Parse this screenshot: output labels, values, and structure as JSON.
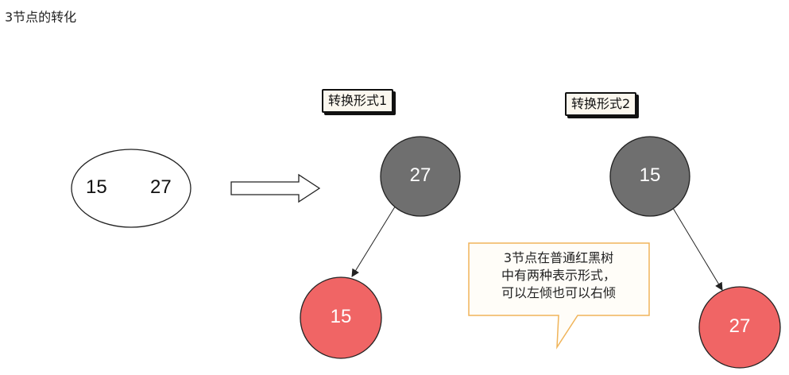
{
  "title": "3节点的转化",
  "source_node": {
    "left_key": "15",
    "right_key": "27"
  },
  "form1": {
    "label": "转换形式1",
    "parent": "27",
    "child": "15"
  },
  "form2": {
    "label": "转换形式2",
    "parent": "15",
    "child": "27"
  },
  "note": {
    "line1": "3节点在普通红黑树",
    "line2": "中有两种表示形式，",
    "line3": "可以左倾也可以右倾"
  },
  "colors": {
    "black_node": "#6f6f6f",
    "red_node": "#f06565",
    "note_border": "#f0b45a"
  }
}
